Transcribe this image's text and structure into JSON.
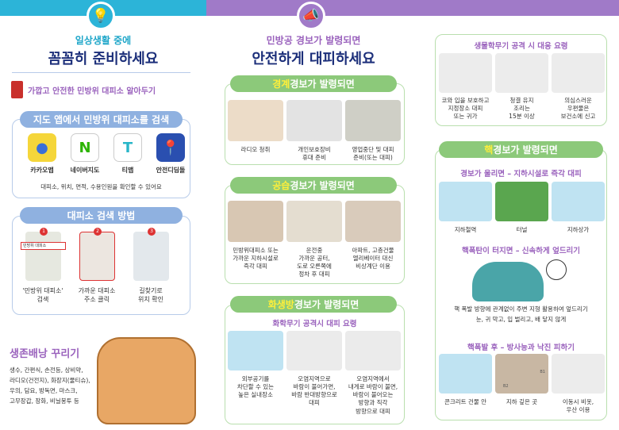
{
  "left": {
    "kicker": "일상생활 중에",
    "title": "꼼꼼히 준비하세요",
    "shelter_heading": "가깝고 안전한 민방위 대피소 알아두기",
    "map_search": {
      "header": "지도 앱에서 민방위 대피소를 검색",
      "apps": [
        {
          "label": "카카오맵"
        },
        {
          "label": "네이버지도"
        },
        {
          "label": "티맵"
        },
        {
          "label": "안전디딤돌"
        }
      ],
      "note": "대피소, 위치, 면적, 수용인원을 확인할 수 있어요"
    },
    "search_method": {
      "header": "대피소 검색 방법",
      "steps": [
        {
          "num": "1",
          "search_text": "민방위 대피소",
          "label": "'민방위 대피소'\n검색"
        },
        {
          "num": "2",
          "label": "가까운 대피소\n주소 클릭"
        },
        {
          "num": "3",
          "label": "길찾기로\n위치 확인"
        }
      ]
    },
    "survival_bag": {
      "title": "생존배낭 꾸리기",
      "items": "생수, 간편식, 손전등, 상비약,\n라디오(건전지), 화장지(물티슈),\n우의, 담요, 방독면, 마스크,\n고무장갑, 장화, 비닐봉투 등"
    }
  },
  "middle": {
    "kicker": "민방공 경보가 발령되면",
    "title": "안전하게 대피하세요",
    "alert": {
      "highlight": "경계",
      "rest": "경보가 발령되면",
      "items": [
        "라디오 청취",
        "개인보호장비\n휴대 준비",
        "영업중단 및 대피\n준비(또는 대피)"
      ]
    },
    "air_raid": {
      "highlight": "공습",
      "rest": "경보가 발령되면",
      "items": [
        "민방위대피소 또는\n가까운 지하시설로\n즉각 대피",
        "운전중\n가까운 공터,\n도로 오른쪽에\n정차 후 대피",
        "아파트, 고층건물\n엘리베이터 대신\n비상계단 이용"
      ]
    },
    "cbr": {
      "highlight": "화생방",
      "rest": "경보가 발령되면",
      "subtitle": "화학무기 공격시 대피 요령",
      "items": [
        "외부공기를\n차단할 수 있는\n높은 실내장소",
        "오염지역으로\n바람이 불어가면,\n바람 반대방향으로\n대피",
        "오염지역에서\n내게로 바람이 불면,\n바람이 불어오는\n방향과 직각\n방향으로 대피"
      ]
    }
  },
  "right": {
    "bio": {
      "title": "생물학무기 공격 시 대응 요령",
      "items": [
        "코와 입을 보호하고\n지정장소 대피\n또는 귀가",
        "청결 유지\n조리는\n15분 이상",
        "의심스러운\n우편물은\n보건소에 신고"
      ]
    },
    "nuclear": {
      "highlight": "핵",
      "rest": " 경보가 발령되면",
      "siren": {
        "title": "경보가 울리면 – 지하시설로 즉각 대피",
        "items": [
          "지하철역",
          "터널",
          "지하상가"
        ]
      },
      "blast": {
        "title": "핵폭탄이 터지면 – 신속하게 엎드리기",
        "text1": "핵 폭발 방향에 관계없이 주변 지형 활용하여 엎드리기",
        "text2": "눈, 귀 막고, 입 벌리고, 배 닿지 않게"
      },
      "after": {
        "title": "핵폭발 후 – 방사능과 낙진 피하기",
        "items": [
          "콘크리트 건물 안",
          "지하 깊은 곳",
          "이동시 비옷,\n우산 이용"
        ],
        "floor_labels": [
          "B1",
          "B2"
        ]
      }
    }
  },
  "colors": {
    "cyan": "#2cb4d8",
    "purple": "#a07ac8",
    "navy": "#1c2f7a",
    "green": "#8cc97a",
    "blue": "#8fb1e0"
  }
}
